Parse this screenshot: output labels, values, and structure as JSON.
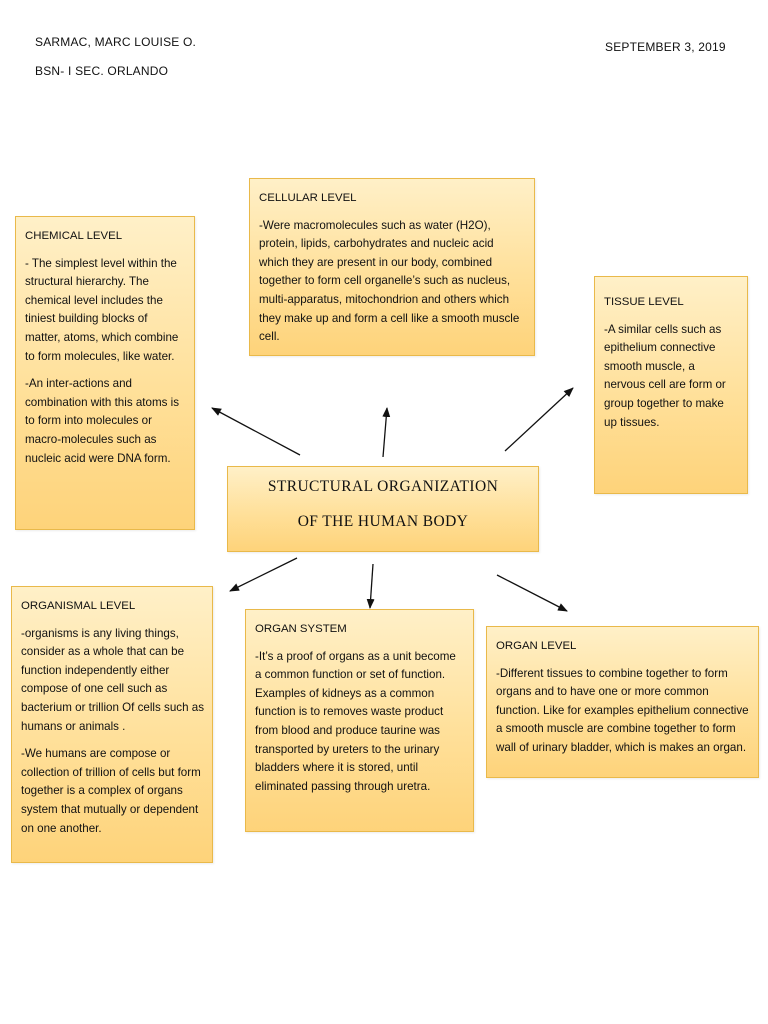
{
  "header": {
    "name": "SARMAC, MARC LOUISE O.",
    "section": "BSN- I SEC. ORLANDO",
    "date": "SEPTEMBER 3, 2019"
  },
  "center": {
    "line1": "STRUCTURAL ORGANIZATION",
    "line2": "OF THE HUMAN BODY"
  },
  "boxes": {
    "cellular": {
      "title": "CELLULAR LEVEL",
      "p1": "-Were macromolecules such as water (H2O), protein, lipids, carbohydrates and nucleic acid which they are present in our body, combined together to form cell organelle’s such as nucleus, multi-apparatus, mitochondrion and others which they make up and form a cell like a smooth muscle cell."
    },
    "chemical": {
      "title": "CHEMICAL LEVEL",
      "p1": "- The simplest level within the structural hierarchy. The chemical level includes the tiniest building blocks of matter, atoms, which combine to form molecules, like water.",
      "p2": "-An inter-actions and combination with this atoms is to form into molecules or macro-molecules such as nucleic acid were DNA form."
    },
    "tissue": {
      "title": "TISSUE LEVEL",
      "p1": "-A similar cells such as epithelium connective smooth muscle, a nervous cell are form or group together to make up tissues."
    },
    "organismal": {
      "title": "ORGANISMAL LEVEL",
      "p1": "-organisms is any living things, consider as a whole that can be function independently either compose of one cell such as bacterium or trillion Of cells such as humans or animals .",
      "p2": " -We humans are compose or collection of trillion of cells but form together is a complex of organs system that mutually or dependent on one another."
    },
    "organ_system": {
      "title": "ORGAN SYSTEM",
      "p1": "-It’s a proof of organs as a unit become a common function or set of function. Examples of kidneys as a common function is to removes waste product from blood and produce taurine was transported by ureters to the urinary bladders where it is stored, until eliminated passing through uretra."
    },
    "organ": {
      "title": "ORGAN LEVEL",
      "p1": "-Different tissues to combine together to form organs and to have one or more common function. Like for examples epithelium connective a smooth muscle are combine together to form wall of urinary bladder, which is makes an organ."
    }
  }
}
